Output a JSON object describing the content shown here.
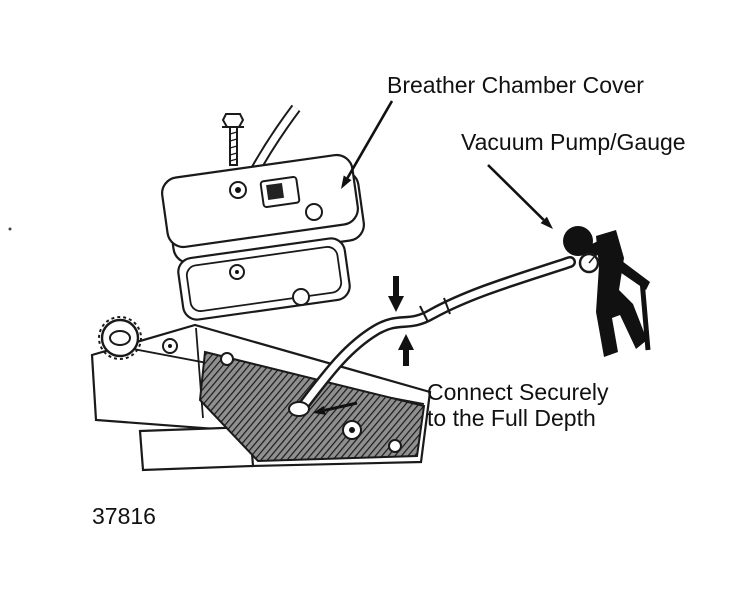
{
  "page": {
    "background": "#ffffff",
    "ink": "#1a1a1a"
  },
  "labels": {
    "breather_cover": "Breather Chamber Cover",
    "vacuum_pump": "Vacuum Pump/Gauge",
    "connect_line1": "Connect Securely",
    "connect_line2": "to the Full Depth",
    "figure_number": "37816"
  },
  "diagram": {
    "kind": "exploded-view-line-art",
    "parts": [
      "cover-bolt",
      "breather-chamber-cover",
      "breather-hose",
      "cover-gasket",
      "valve-cover",
      "oil-filler-cap",
      "vacuum-hose",
      "vacuum-pump-gauge"
    ]
  }
}
